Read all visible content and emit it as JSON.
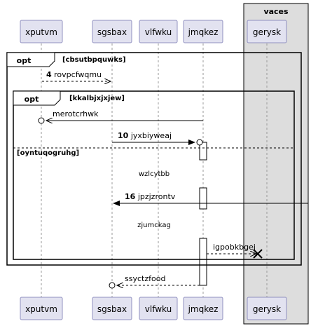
{
  "box": {
    "title": "vaces"
  },
  "participants": [
    {
      "id": "xputvm",
      "label": "xputvm"
    },
    {
      "id": "sgsbax",
      "label": "sgsbax"
    },
    {
      "id": "vlfwku",
      "label": "vlfwku"
    },
    {
      "id": "jmqkez",
      "label": "jmqkez"
    },
    {
      "id": "gerysk",
      "label": "gerysk"
    }
  ],
  "fragments": [
    {
      "kind": "opt",
      "condition": "[cbsutbpquwks]"
    },
    {
      "kind": "opt",
      "condition": "[kkalbjxjxjew]",
      "else_condition": "[oyntuqogruhg]"
    }
  ],
  "messages": [
    {
      "number": "4",
      "text": "rovpcfwqmu"
    },
    {
      "number": "",
      "text": "merotcrhwk"
    },
    {
      "number": "10",
      "text": "jyxbiyweaj"
    },
    {
      "number": "16",
      "text": "jpzjzrontv"
    },
    {
      "number": "",
      "text": "igpobkbgej"
    },
    {
      "number": "",
      "text": "ssyctzfood"
    }
  ],
  "delays": [
    "wzlcytbb",
    "zjumckag"
  ],
  "colors": {
    "box_fill": "#dddddd",
    "participant_fill": "#e2e2f0",
    "participant_border": "#9090c0",
    "line": "#000000"
  }
}
